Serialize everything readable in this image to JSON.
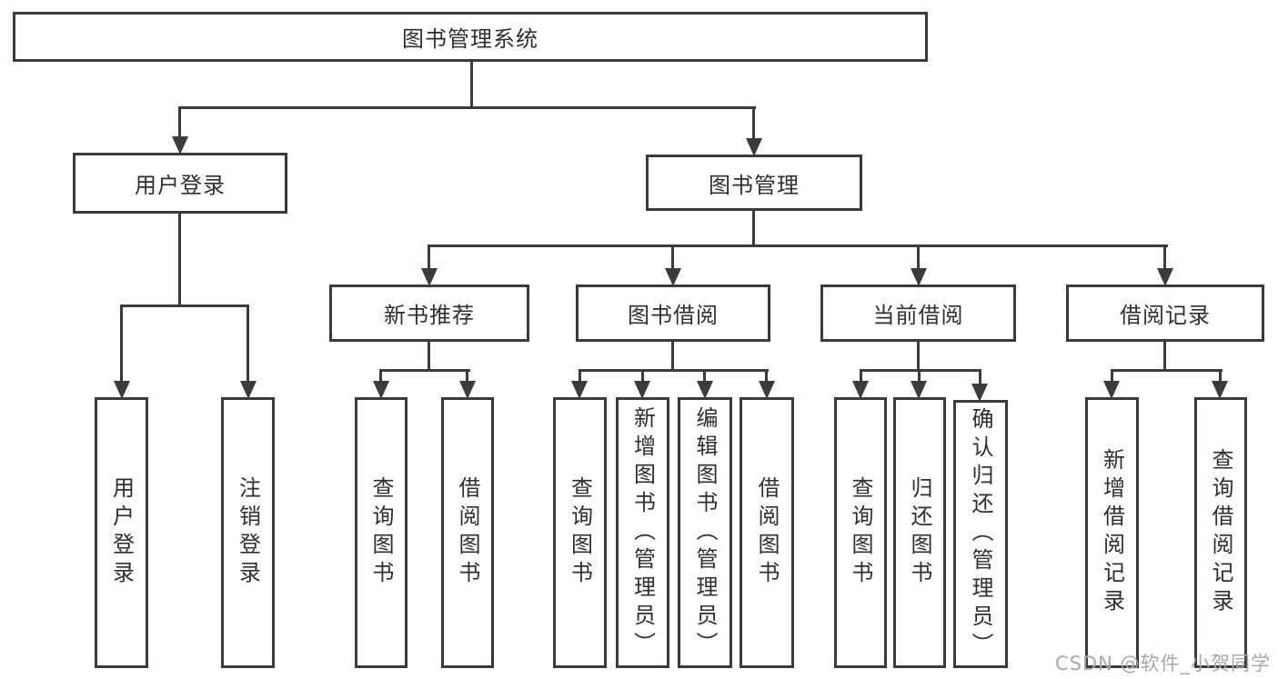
{
  "diagram": {
    "type": "tree",
    "root": {
      "label": "图书管理系统"
    },
    "branches": [
      {
        "label": "用户登录",
        "children": [
          "用户登录",
          "注销登录"
        ]
      },
      {
        "label": "图书管理",
        "sections": [
          {
            "label": "新书推荐",
            "children": [
              "查询图书",
              "借阅图书"
            ]
          },
          {
            "label": "图书借阅",
            "children": [
              "查询图书",
              "新增图书（管理员）",
              "编辑图书（管理员）",
              "借阅图书"
            ]
          },
          {
            "label": "当前借阅",
            "children": [
              "查询图书",
              "归还图书",
              "确认归还（管理员）"
            ]
          },
          {
            "label": "借阅记录",
            "children": [
              "新增借阅记录",
              "查询借阅记录"
            ]
          }
        ]
      }
    ],
    "colors": {
      "line": "#3b3b3b",
      "text": "#2f2f2f",
      "background": "#ffffff"
    }
  },
  "watermark": {
    "text": "CSDN @软件_小贺同学",
    "color": "#a8a8a8"
  }
}
